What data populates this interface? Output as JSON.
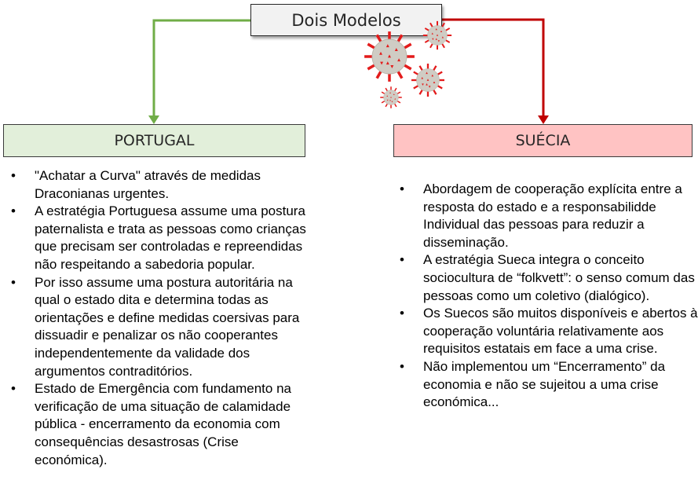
{
  "title": "Dois Modelos",
  "colors": {
    "portugal_arrow": "#70ad47",
    "suecia_arrow": "#c00000",
    "portugal_box_fill": "#e2efda",
    "suecia_box_fill": "#ffc3c3",
    "title_box_fill": "#f2f2f2",
    "virus_body": "#cfccc4",
    "virus_spikes": "#e31b1b"
  },
  "icons": {
    "virus": "coronavirus-icon"
  },
  "portugal": {
    "heading": "PORTUGAL",
    "bullet_glyph": "•",
    "items": [
      "\"Achatar a Curva\" através de medidas Draconianas urgentes.",
      "A estratégia Portuguesa assume uma postura paternalista e trata as pessoas como crianças que precisam ser controladas e repreendidas não respeitando a sabedoria popular.",
      "Por isso assume uma postura autoritária na qual o estado dita e determina todas as orientações e define medidas coersivas para dissuadir e penalizar os não cooperantes independentemente da validade dos argumentos contraditórios.",
      "Estado de Emergência com fundamento na verificação de uma situação de calamidade pública - encerramento da economia com consequências desastrosas (Crise económica)."
    ]
  },
  "suecia": {
    "heading": "SUÉCIA",
    "bullet_glyph": "•",
    "items": [
      "Abordagem de cooperação explícita entre a resposta do estado e a responsabilidde Individual das pessoas para reduzir a disseminação.",
      "A estratégia Sueca integra o conceito sociocultura de “folkvett”: o senso comum das pessoas como um coletivo (dialógico).",
      "Os Suecos são muitos disponíveis e abertos à cooperação voluntária relativamente aos requisitos estatais em face a uma crise.",
      "Não implementou um “Encerramento” da economia e não se sujeitou a uma crise económica..."
    ]
  }
}
